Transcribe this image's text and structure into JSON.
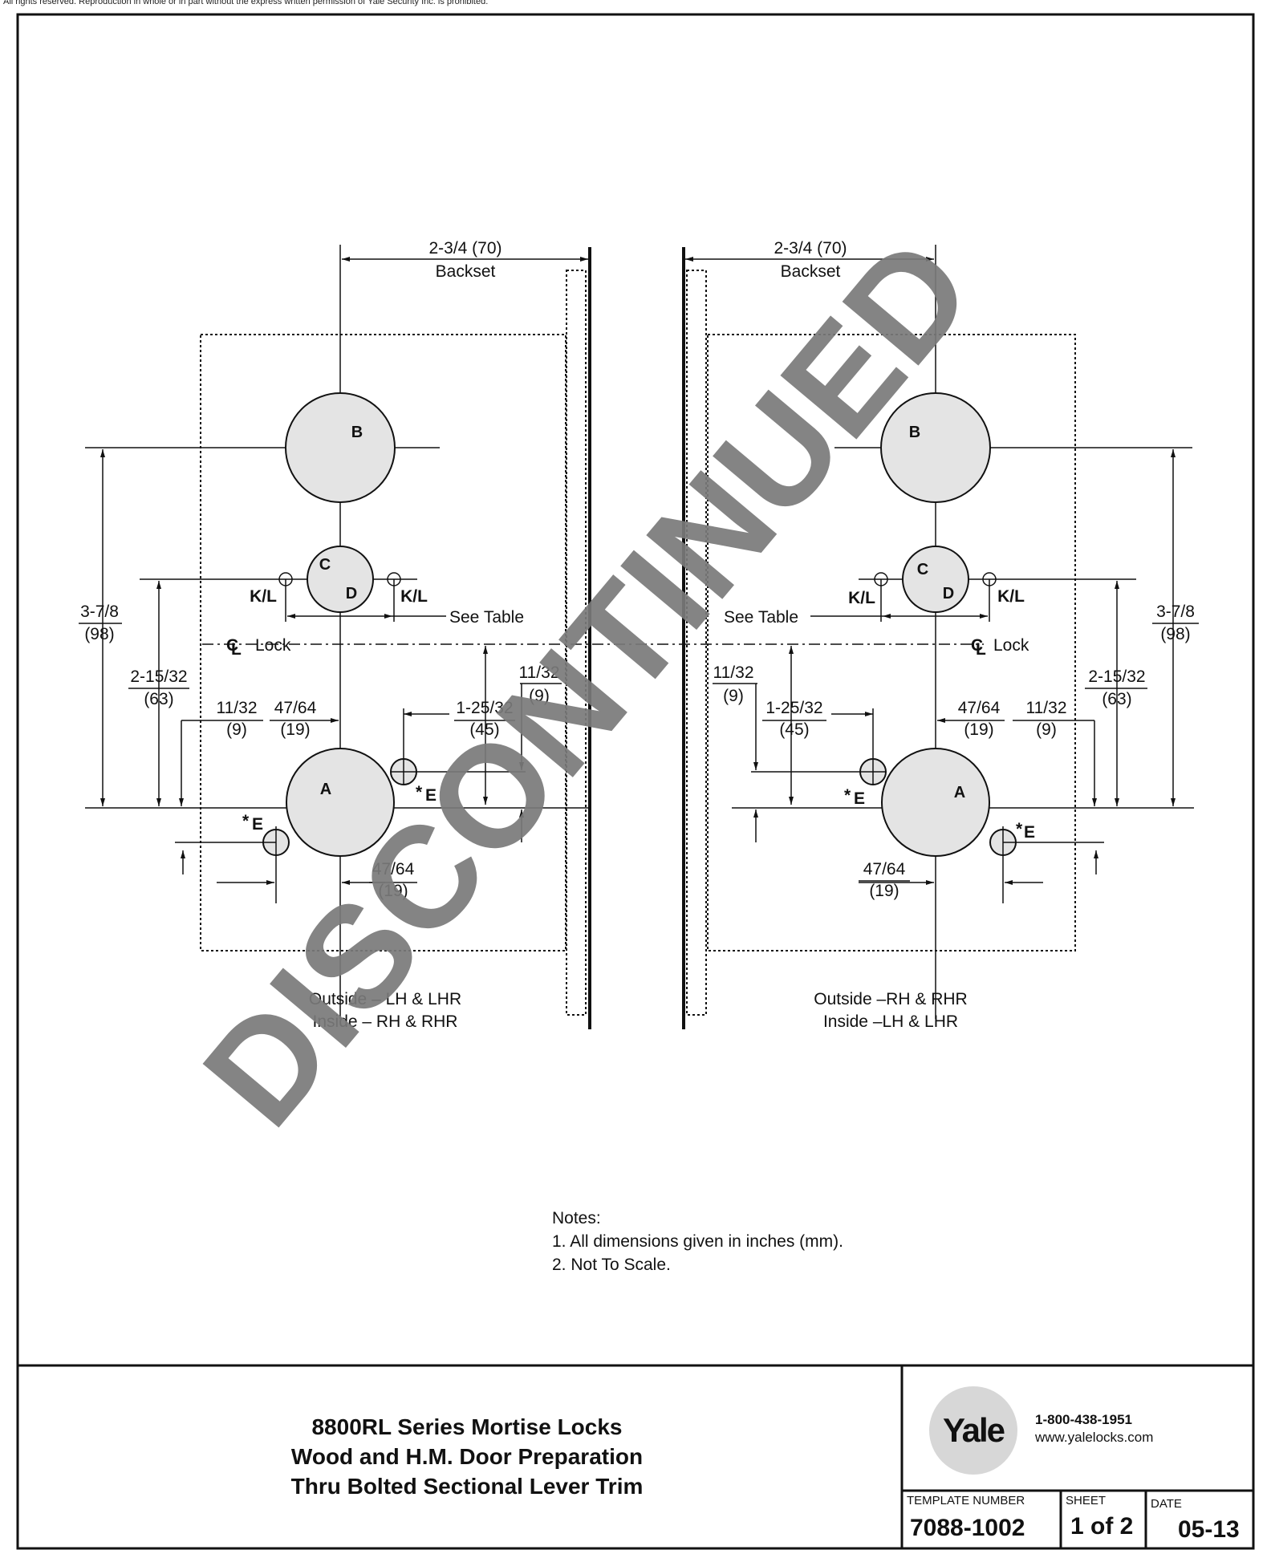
{
  "copyright": "All rights reserved. Reproduction in whole or in part without the express written permission of Yale Security Inc. is prohibited.",
  "watermark": "DISCONTINUED",
  "dimensions": {
    "backset_value": "2-3/4 (70)",
    "backset_label": "Backset",
    "d_3_7_8": "3-7/8",
    "d_98": "(98)",
    "d_2_15_32": "2-15/32",
    "d_63": "(63)",
    "d_11_32": "11/32",
    "d_9": "(9)",
    "d_47_64": "47/64",
    "d_19": "(19)",
    "d_1_25_32": "1-25/32",
    "d_45": "(45)",
    "see_table": "See Table",
    "lock_centerline": "Lock"
  },
  "holes": {
    "a": "A",
    "b": "B",
    "c": "C",
    "d": "D",
    "e": "E",
    "e_star": "*",
    "kl": "K/L"
  },
  "captions": {
    "left_line1": "Outside – LH & LHR",
    "left_line2": "Inside – RH & RHR",
    "right_line1": "Outside –RH & RHR",
    "right_line2": "Inside –LH & LHR"
  },
  "notes": {
    "title": "Notes:",
    "items": [
      "1.  All dimensions given in inches (mm).",
      "2.  Not To Scale."
    ]
  },
  "title_block": {
    "title_line1": "8800RL Series Mortise Locks",
    "title_line2": "Wood and H.M. Door Preparation",
    "title_line3": "Thru Bolted Sectional Lever Trim",
    "brand": "Yale",
    "phone": "1-800-438-1951",
    "website": "www.yalelocks.com",
    "template_number_label": "TEMPLATE NUMBER",
    "template_number": "7088-1002",
    "sheet_label": "SHEET",
    "sheet": "1 of 2",
    "date_label": "DATE",
    "date": "05-13"
  },
  "colors": {
    "hole_fill": "#e4e4e4",
    "watermark": "#7a7a7a",
    "logo_circle": "#d7d7d7"
  }
}
